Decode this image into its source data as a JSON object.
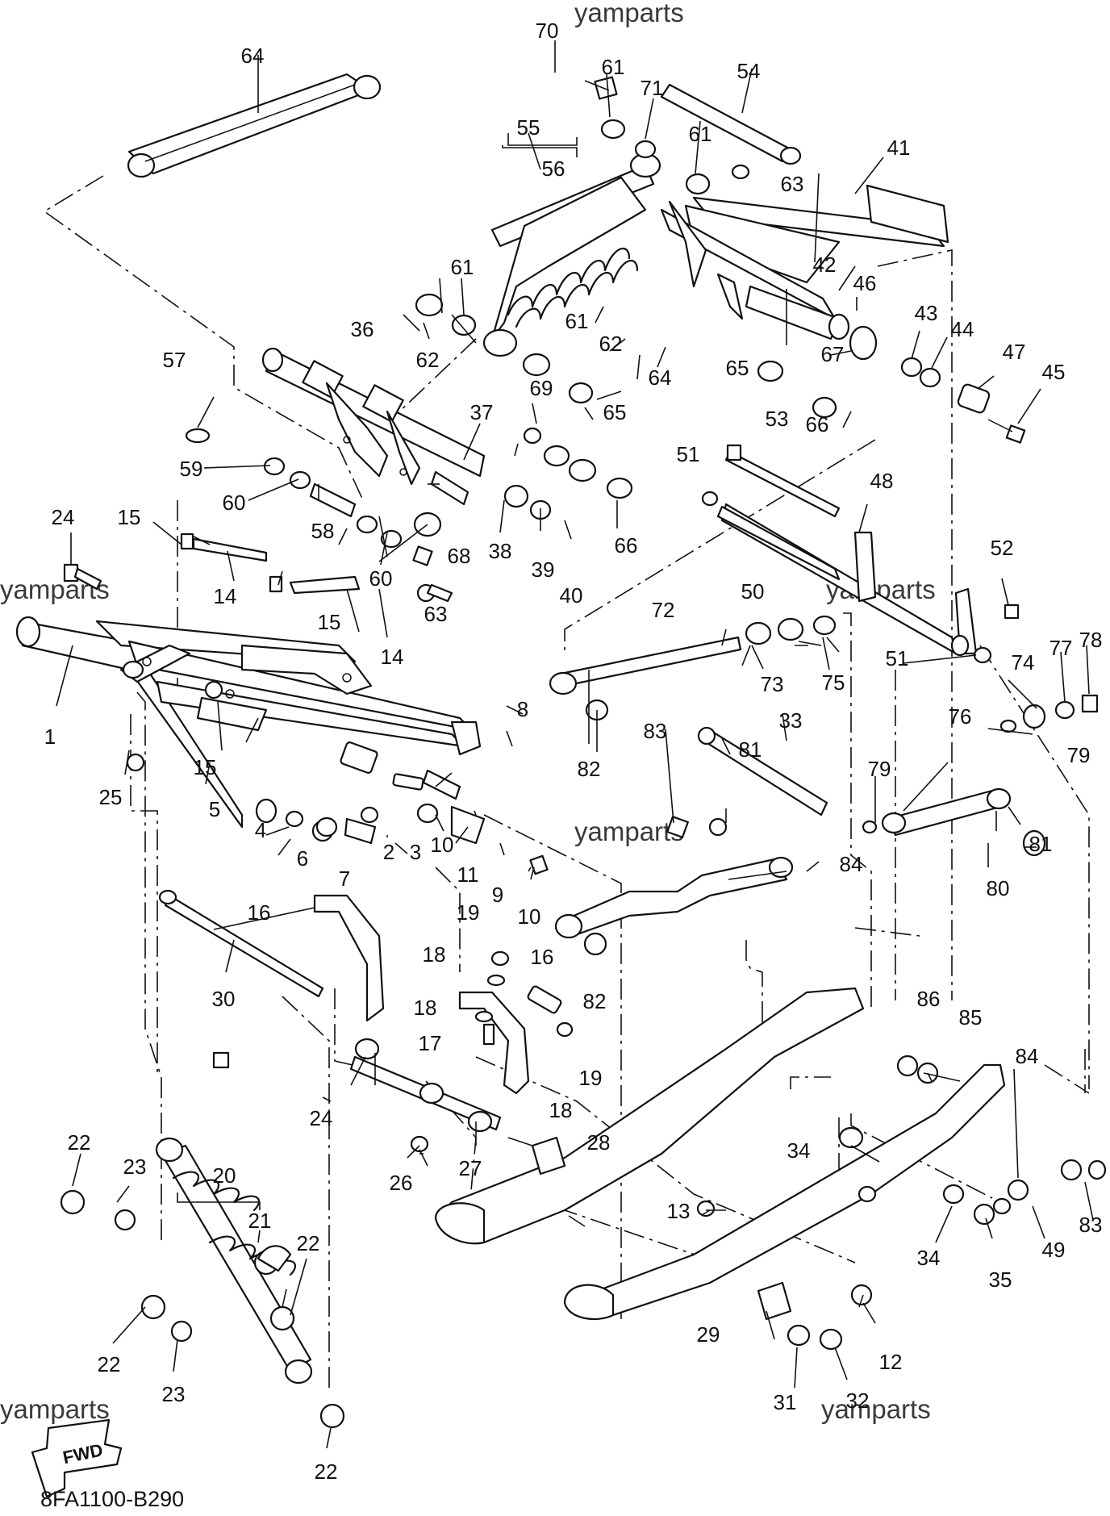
{
  "watermark": "yamparts",
  "diagram_code": "8FA1100-B290",
  "fwd_label": "FWD",
  "callouts": {
    "c1": "1",
    "c2": "2",
    "c3": "3",
    "c4": "4",
    "c5": "5",
    "c6": "6",
    "c7": "7",
    "c8": "8",
    "c9": "9",
    "c10": "10",
    "c11": "11",
    "c12": "12",
    "c13": "13",
    "c14": "14",
    "c15": "15",
    "c16": "16",
    "c17": "17",
    "c18": "18",
    "c19": "19",
    "c20": "20",
    "c21": "21",
    "c22": "22",
    "c23": "23",
    "c24": "24",
    "c25": "25",
    "c26": "26",
    "c27": "27",
    "c28": "28",
    "c29": "29",
    "c30": "30",
    "c31": "31",
    "c32": "32",
    "c33": "33",
    "c34": "34",
    "c35": "35",
    "c36": "36",
    "c37": "37",
    "c38": "38",
    "c39": "39",
    "c40": "40",
    "c41": "41",
    "c42": "42",
    "c43": "43",
    "c44": "44",
    "c45": "45",
    "c46": "46",
    "c47": "47",
    "c48": "48",
    "c49": "49",
    "c50": "50",
    "c51": "51",
    "c52": "52",
    "c53": "53",
    "c54": "54",
    "c55": "55",
    "c56": "56",
    "c57": "57",
    "c58": "58",
    "c59": "59",
    "c60": "60",
    "c61": "61",
    "c62": "62",
    "c63": "63",
    "c64": "64",
    "c65": "65",
    "c66": "66",
    "c67": "67",
    "c68": "68",
    "c69": "69",
    "c70": "70",
    "c71": "71",
    "c72": "72",
    "c73": "73",
    "c74": "74",
    "c75": "75",
    "c76": "76",
    "c77": "77",
    "c78": "78",
    "c79": "79",
    "c80": "80",
    "c81": "81",
    "c82": "82",
    "c83": "83",
    "c84": "84",
    "c85": "85",
    "c86": "86"
  }
}
